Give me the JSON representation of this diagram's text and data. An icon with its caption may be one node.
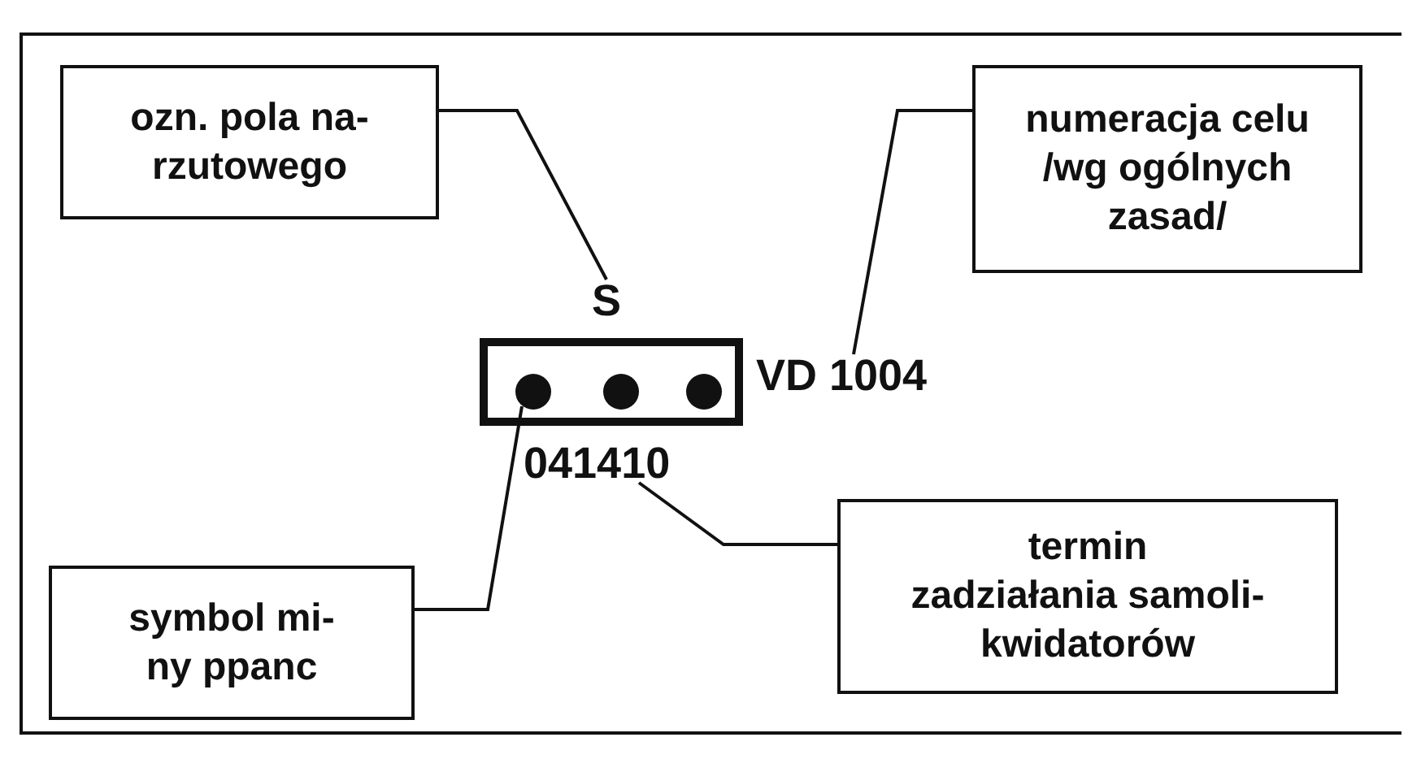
{
  "diagram": {
    "nodes": [
      {
        "text": [
          "ozn. pola na- rzutowego"
        ]
      },
      {
        "text": [
          "numeracja celu /wg ogólnych zasad/"
        ]
      },
      {
        "text": [
          "S"
        ]
      },
      {
        "text": [],
        "shape": "box"
      },
      {
        "text": [],
        "shape": "circle",
        "in": 3
      },
      {
        "text": [],
        "shape": "circle",
        "in": 3
      },
      {
        "text": [],
        "shape": "circle",
        "in": 3
      },
      {
        "text": [
          "VD 1004"
        ]
      },
      {
        "text": [
          "041410"
        ]
      },
      {
        "text": [
          "symbol mi- ny ppanc"
        ]
      },
      {
        "text": [
          "termin zadziałania samoli- kwidatorów"
        ]
      }
    ],
    "edges": [
      {
        "from": 0,
        "to": 2,
        "arrow": "none"
      },
      {
        "from": 1,
        "to": 7,
        "arrow": "none"
      },
      {
        "from": 9,
        "to": 4,
        "arrow": "none"
      },
      {
        "from": 10,
        "to": 8,
        "arrow": "none"
      }
    ]
  }
}
